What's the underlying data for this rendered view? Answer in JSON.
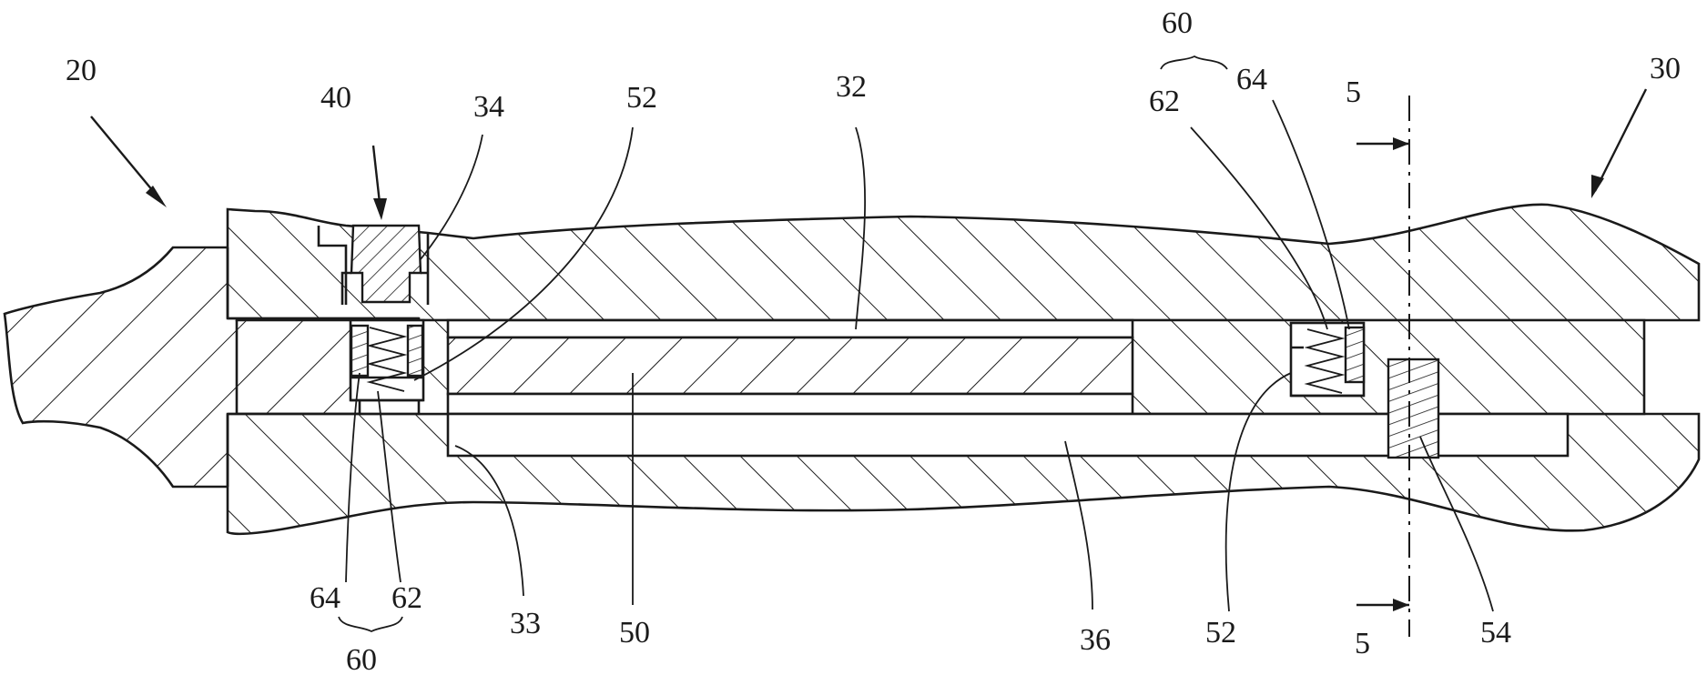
{
  "labels": {
    "l20": "20",
    "l30": "30",
    "l40": "40",
    "l34": "34",
    "l52_top": "52",
    "l32": "32",
    "l60_top": "60",
    "l62_top": "62",
    "l64_top": "64",
    "l5_top": "5",
    "l64_bottom": "64",
    "l62_bottom": "62",
    "l60_bottom": "60",
    "l33": "33",
    "l50": "50",
    "l36": "36",
    "l52_bottom": "52",
    "l5_bottom": "5",
    "l54": "54"
  }
}
